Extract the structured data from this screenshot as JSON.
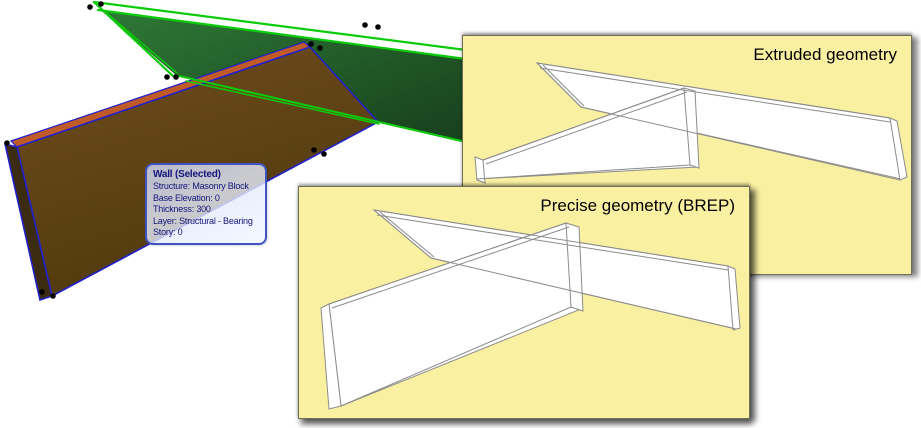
{
  "viewport": {
    "tooltip": {
      "title": "Wall (Selected)",
      "lines": [
        "Structure: Masonry Block",
        "Base Elevation: 0",
        "Thickness: 300",
        "Layer: Structural - Bearing",
        "Story: 0"
      ]
    },
    "colors": {
      "background": "#FFFFFF",
      "green_wall_fill": "#2B7434",
      "green_wall_edge": "#00CC00",
      "brown_wall_fill": "#5F4314",
      "brown_wall_end_fill": "#3B2B10",
      "selection_edge_blue": "#2121CC",
      "reference_line_orange": "#C05A28",
      "hotspot": "#000000",
      "tooltip_border": "#4053C2",
      "tooltip_text": "#15157A"
    }
  },
  "panels": [
    {
      "label": "Extruded geometry",
      "bg": "#FAF0A2",
      "wireframe_stroke": "#8C8C8C"
    },
    {
      "label": "Precise geometry (BREP)",
      "bg": "#FAF0A2",
      "wireframe_stroke": "#8C8C8C"
    }
  ]
}
